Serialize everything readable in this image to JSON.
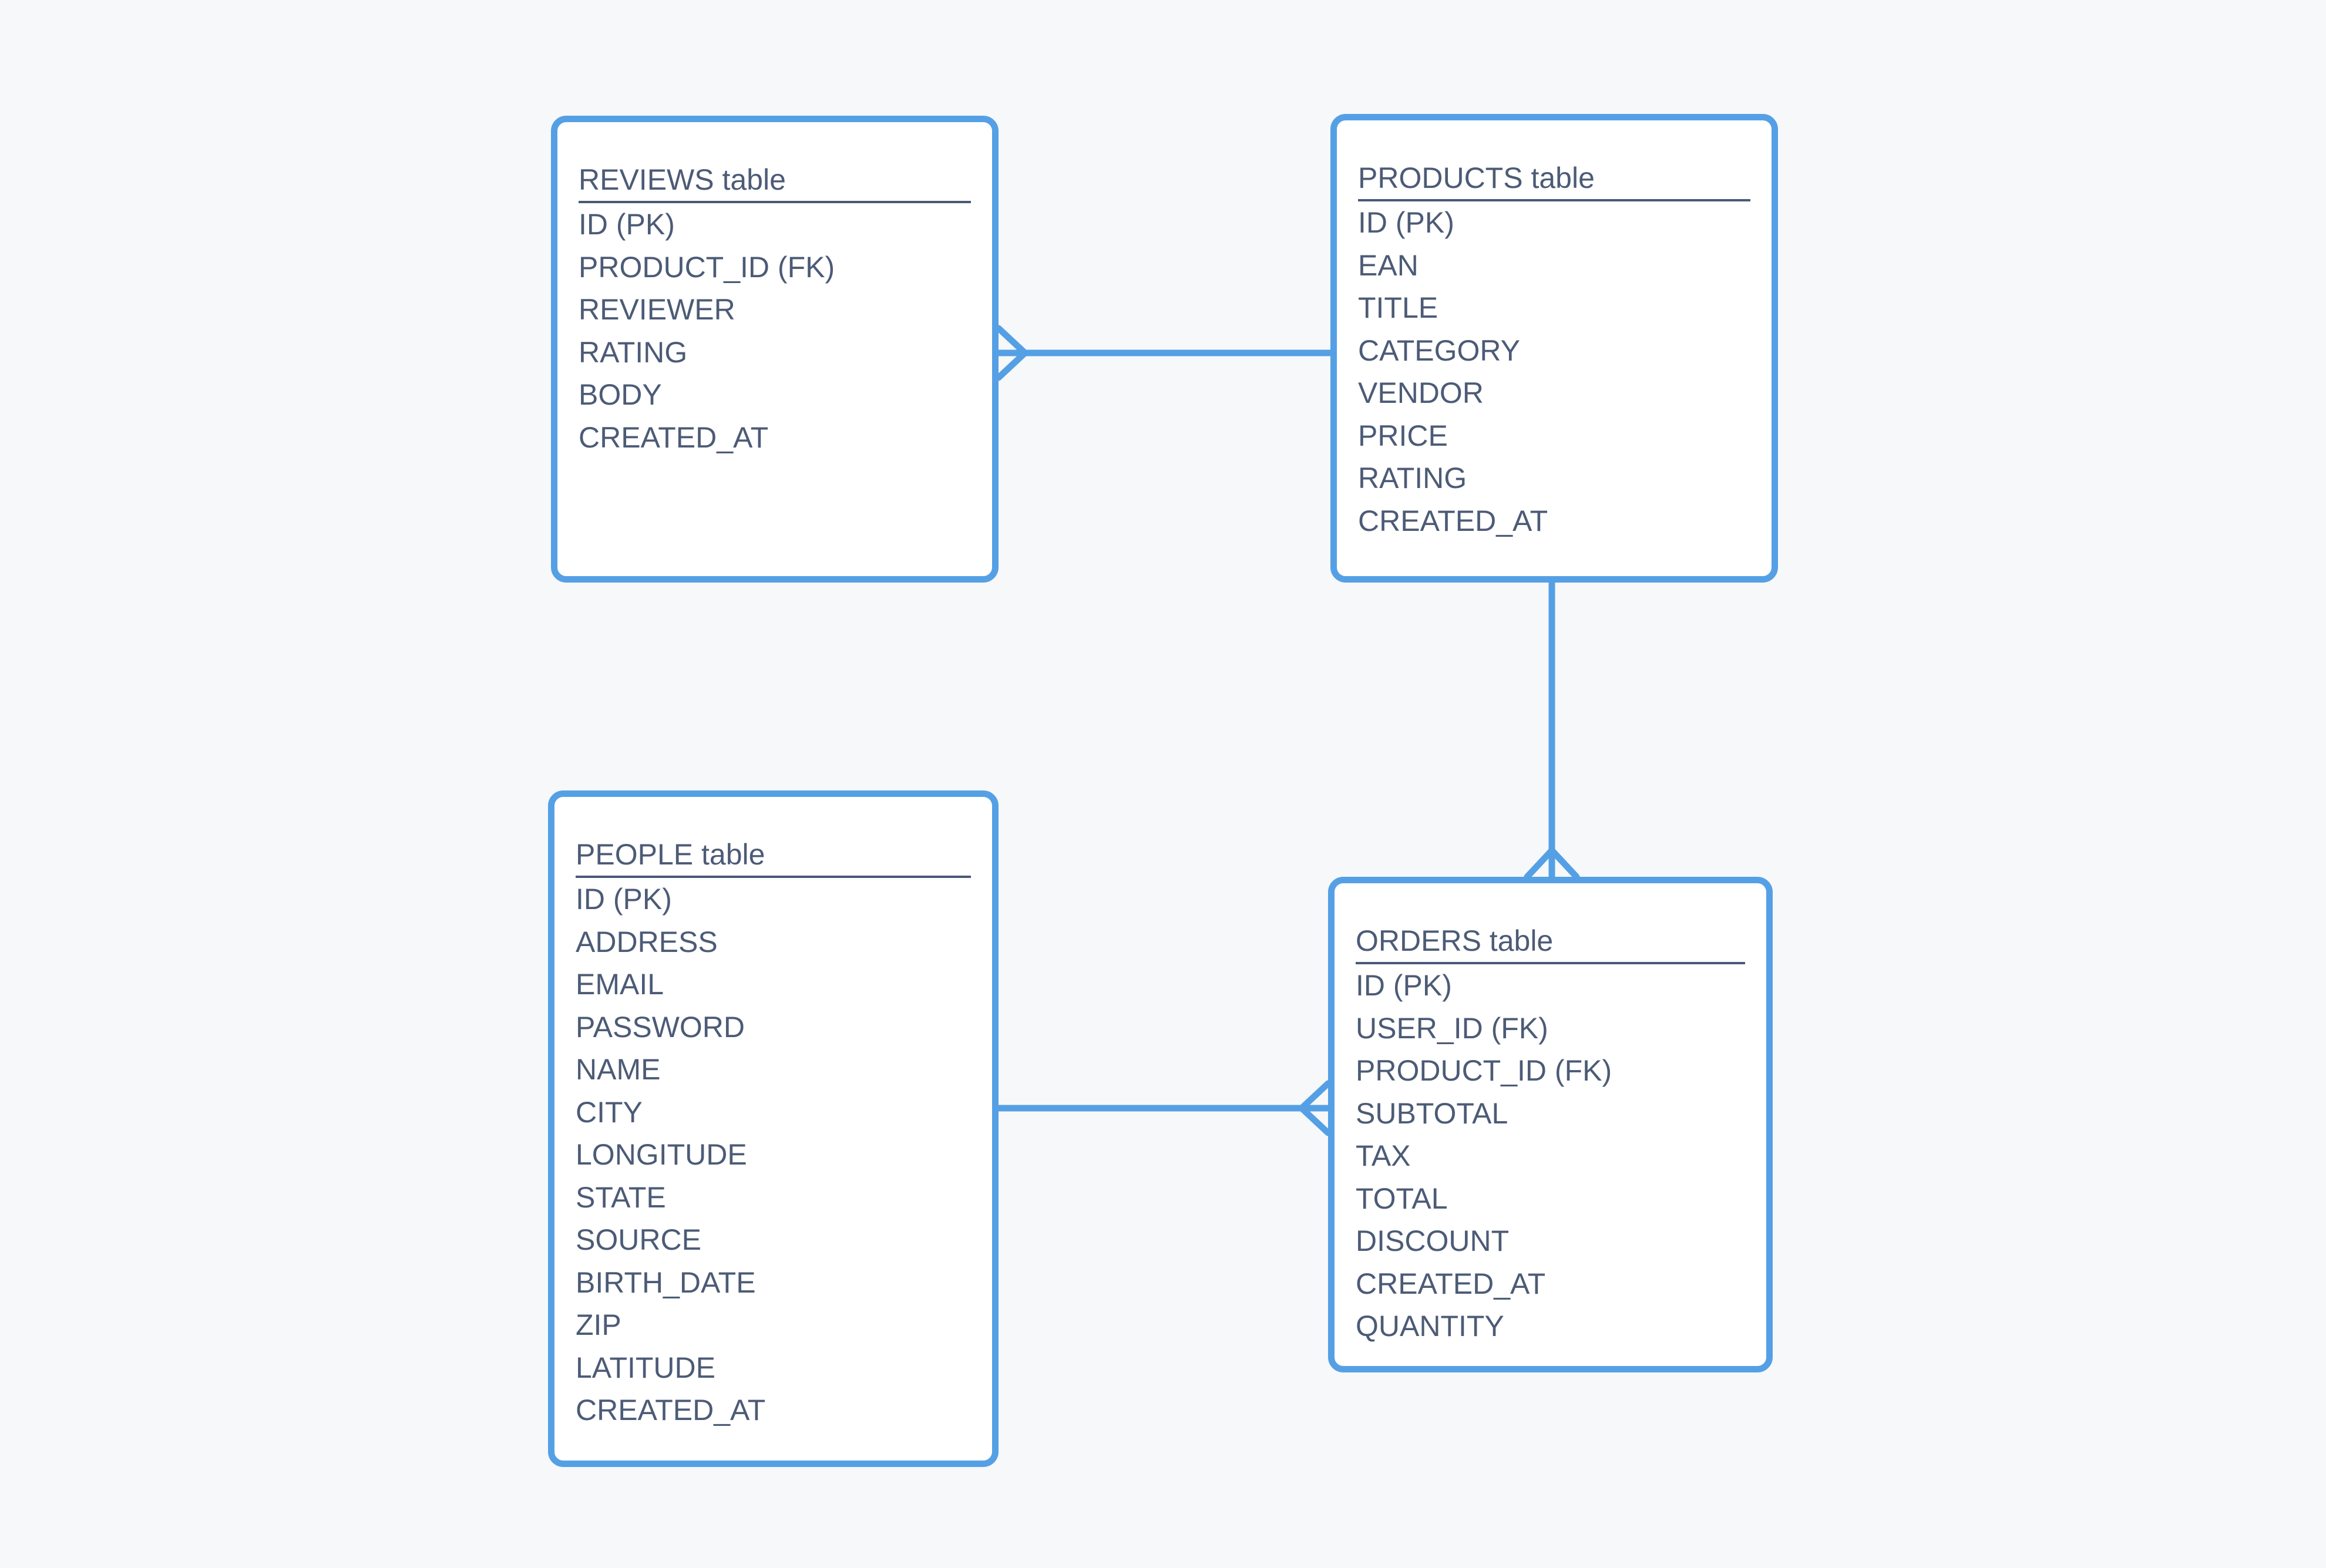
{
  "diagram": {
    "background_color": "#F6F8FA",
    "accent_color": "#55A0E5",
    "text_color": "#4C5B76",
    "box_background": "#FFFFFF"
  },
  "tables": [
    {
      "id": "reviews",
      "title": "REVIEWS table",
      "fields": [
        "ID (PK)",
        "PRODUCT_ID (FK)",
        "REVIEWER",
        "RATING",
        "BODY",
        "CREATED_AT"
      ]
    },
    {
      "id": "products",
      "title": "PRODUCTS table",
      "fields": [
        "ID (PK)",
        "EAN",
        "TITLE",
        "CATEGORY",
        "VENDOR",
        "PRICE",
        "RATING",
        "CREATED_AT"
      ]
    },
    {
      "id": "people",
      "title": "PEOPLE table",
      "fields": [
        "ID (PK)",
        "ADDRESS",
        "EMAIL",
        "PASSWORD",
        "NAME",
        "CITY",
        "LONGITUDE",
        "STATE",
        "SOURCE",
        "BIRTH_DATE",
        "ZIP",
        "LATITUDE",
        "CREATED_AT"
      ]
    },
    {
      "id": "orders",
      "title": "ORDERS table",
      "fields": [
        "ID (PK)",
        "USER_ID (FK)",
        "PRODUCT_ID (FK)",
        "SUBTOTAL",
        "TAX",
        "TOTAL",
        "DISCOUNT",
        "CREATED_AT",
        "QUANTITY"
      ]
    }
  ],
  "relationships": [
    {
      "one_side": "PRODUCTS",
      "many_side": "REVIEWS",
      "cardinality": "one-to-many"
    },
    {
      "one_side": "PRODUCTS",
      "many_side": "ORDERS",
      "cardinality": "one-to-many"
    },
    {
      "one_side": "PEOPLE",
      "many_side": "ORDERS",
      "cardinality": "one-to-many"
    }
  ]
}
